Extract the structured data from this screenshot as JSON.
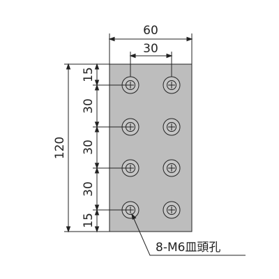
{
  "drawing": {
    "plate_fill": "#bdbdbd",
    "line_color": "#222222",
    "dimensions": {
      "overall_width": "60",
      "hole_pitch_x": "30",
      "overall_height": "120",
      "vertical_chain": [
        "15",
        "30",
        "30",
        "30",
        "15"
      ]
    },
    "hole_spec": "8-M6皿頭孔"
  }
}
